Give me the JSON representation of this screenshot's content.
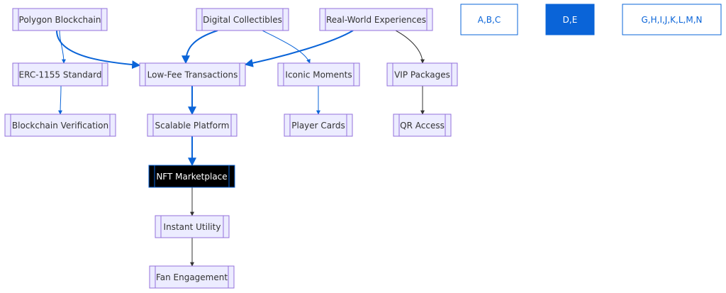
{
  "colors": {
    "node_fill": "#ECECFF",
    "node_stroke": "#9370DB",
    "text": "#333333",
    "blue_edge": "#0a64d8",
    "dark_edge": "#333333",
    "highlight_fill": "#000000",
    "highlight_text": "#ffffff",
    "legend_active_fill": "#0a64d8"
  },
  "nodes": [
    {
      "id": "polygon",
      "label": "Polygon Blockchain"
    },
    {
      "id": "digital",
      "label": "Digital Collectibles"
    },
    {
      "id": "realworld",
      "label": "Real-World Experiences"
    },
    {
      "id": "erc",
      "label": "ERC-1155 Standard"
    },
    {
      "id": "lowfee",
      "label": "Low-Fee Transactions"
    },
    {
      "id": "iconic",
      "label": "Iconic Moments"
    },
    {
      "id": "vip",
      "label": "VIP Packages"
    },
    {
      "id": "verification",
      "label": "Blockchain Verification"
    },
    {
      "id": "scalable",
      "label": "Scalable Platform"
    },
    {
      "id": "player",
      "label": "Player Cards"
    },
    {
      "id": "qr",
      "label": "QR Access"
    },
    {
      "id": "nft",
      "label": "NFT Marketplace"
    },
    {
      "id": "instant",
      "label": "Instant Utility"
    },
    {
      "id": "fan",
      "label": "Fan Engagement"
    }
  ],
  "edges": [
    {
      "from": "polygon",
      "to": "erc",
      "style": "blue-thin"
    },
    {
      "from": "polygon",
      "to": "lowfee",
      "style": "blue-thick"
    },
    {
      "from": "digital",
      "to": "lowfee",
      "style": "blue-thick"
    },
    {
      "from": "digital",
      "to": "iconic",
      "style": "blue-thin"
    },
    {
      "from": "realworld",
      "to": "lowfee",
      "style": "blue-thick"
    },
    {
      "from": "realworld",
      "to": "vip",
      "style": "dark"
    },
    {
      "from": "erc",
      "to": "verification",
      "style": "blue-thin"
    },
    {
      "from": "lowfee",
      "to": "scalable",
      "style": "blue-thick"
    },
    {
      "from": "iconic",
      "to": "player",
      "style": "blue-thin"
    },
    {
      "from": "vip",
      "to": "qr",
      "style": "dark"
    },
    {
      "from": "scalable",
      "to": "nft",
      "style": "blue-thick"
    },
    {
      "from": "nft",
      "to": "instant",
      "style": "dark"
    },
    {
      "from": "instant",
      "to": "fan",
      "style": "dark"
    }
  ],
  "legend": [
    {
      "label": "A,B,C",
      "active": false
    },
    {
      "label": "D,E",
      "active": true
    },
    {
      "label": "G,H,I,J,K,L,M,N",
      "active": false
    }
  ]
}
